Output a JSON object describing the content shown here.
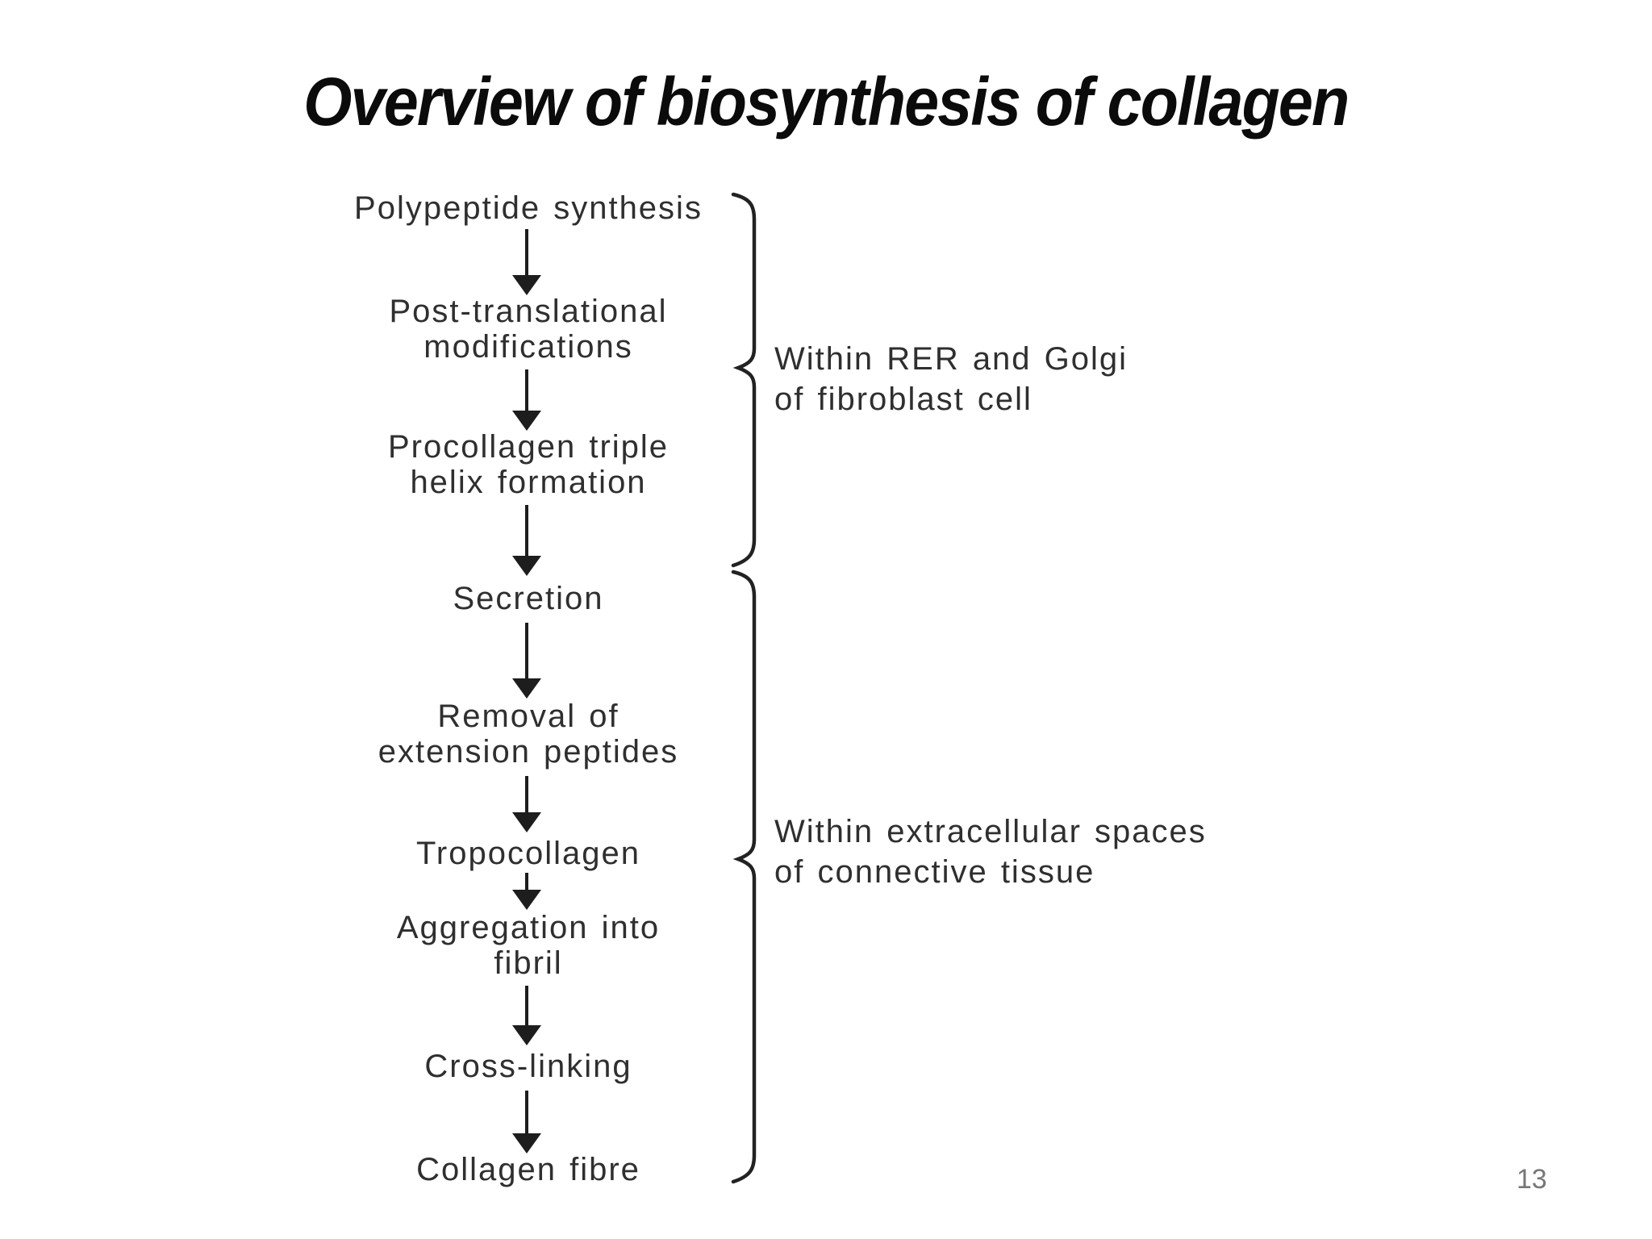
{
  "title": "Overview of biosynthesis of collagen",
  "page_number": "13",
  "colors": {
    "background": "#ffffff",
    "title_text": "#0b0b0b",
    "diagram_text": "#2f2f2f",
    "arrow": "#1d1d1d",
    "brace": "#222222",
    "page_number": "#777777"
  },
  "flowchart": {
    "steps": [
      {
        "lines": [
          "Polypeptide synthesis"
        ]
      },
      {
        "lines": [
          "Post-translational",
          "modifications"
        ]
      },
      {
        "lines": [
          "Procollagen triple",
          "helix formation"
        ]
      },
      {
        "lines": [
          "Secretion"
        ]
      },
      {
        "lines": [
          "Removal of",
          "extension peptides"
        ]
      },
      {
        "lines": [
          "Tropocollagen"
        ]
      },
      {
        "lines": [
          "Aggregation into",
          "fibril"
        ]
      },
      {
        "lines": [
          "Cross-linking"
        ]
      },
      {
        "lines": [
          "Collagen fibre"
        ]
      }
    ],
    "braces": [
      {
        "lines": [
          "Within RER and Golgi",
          "of fibroblast cell"
        ]
      },
      {
        "lines": [
          "Within extracellular spaces",
          "of connective tissue"
        ]
      }
    ]
  }
}
